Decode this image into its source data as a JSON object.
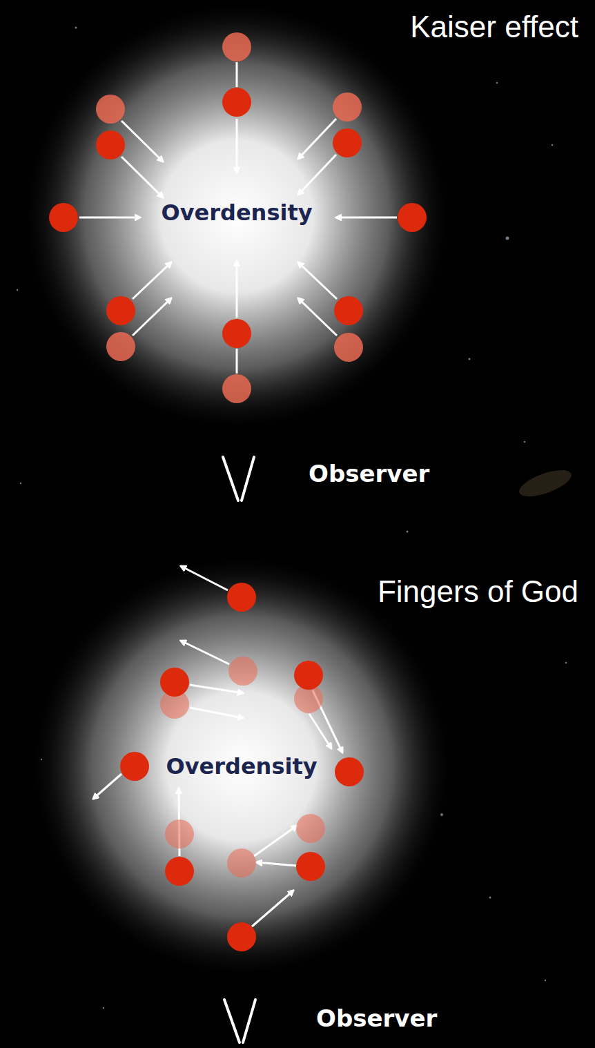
{
  "diagram": {
    "nodes": [
      {
        "text": [
          "Overdensity"
        ]
      },
      {
        "text": [
          "Overdensity"
        ]
      }
    ],
    "labels": [
      "Kaiser effect",
      "Observer",
      "Fingers of God",
      "Observer"
    ]
  }
}
